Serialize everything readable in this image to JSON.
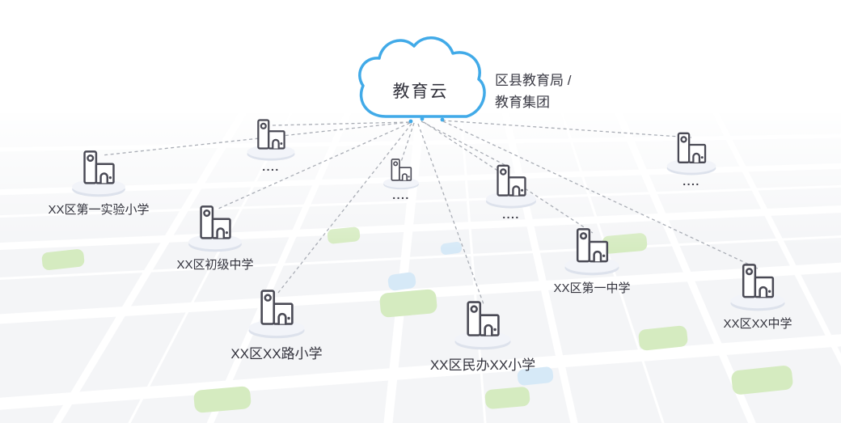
{
  "diagram": {
    "cloud_label": "教育云",
    "bureau_label": "区县教育局 /\n教育集团",
    "ellipsis": "....",
    "colors": {
      "accent_blue": "#41aae8",
      "connection_line_gray": "#a9adb5",
      "building_stroke": "#4a4a55",
      "map_green": "#c7e4ab",
      "map_water_blue": "#c8e2f5"
    }
  },
  "schools": [
    {
      "label": "XX区第一实验小学"
    },
    {
      "label": "XX区初级中学"
    },
    {
      "label": "XX区XX路小学"
    },
    {
      "label": "XX区民办XX小学"
    },
    {
      "label": "XX区第一中学"
    },
    {
      "label": "XX区XX中学"
    }
  ]
}
